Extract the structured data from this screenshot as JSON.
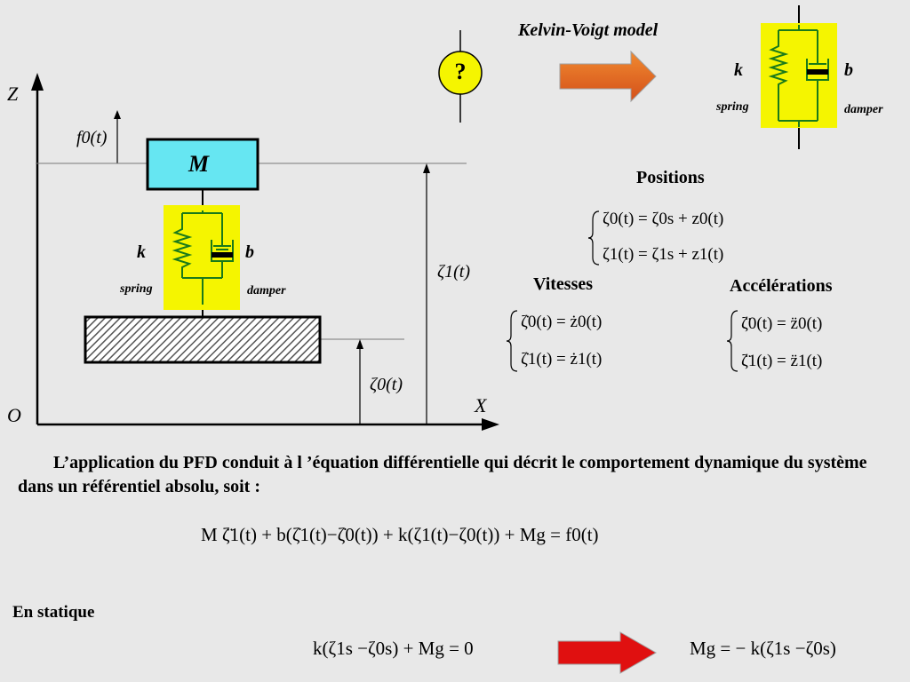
{
  "kelvin_voigt": {
    "title": "Kelvin-Voigt model",
    "k": "k",
    "b": "b",
    "spring": "spring",
    "damper": "damper"
  },
  "question": "?",
  "diagram": {
    "axis_z": "Z",
    "axis_x": "X",
    "origin": "O",
    "force": "f0(t)",
    "mass": "M",
    "k": "k",
    "b": "b",
    "spring": "spring",
    "damper": "damper",
    "zeta1": "ζ1(t)",
    "zeta0": "ζ0(t)"
  },
  "positions": {
    "heading": "Positions",
    "eq1": "ζ0(t) = ζ0s + z0(t)",
    "eq2": "ζ1(t) = ζ1s + z1(t)"
  },
  "vitesses": {
    "heading": "Vitesses",
    "eq1": "ζ̇0(t) = ż0(t)",
    "eq2": "ζ̇1(t) = ż1(t)"
  },
  "accelerations": {
    "heading": "Accélérations",
    "eq1": "ζ̈0(t) = z̈0(t)",
    "eq2": "ζ̈1(t) = z̈1(t)"
  },
  "paragraph": "L’application du PFD conduit à l ’équation différentielle qui décrit le comportement dynamique du système dans un référentiel absolu, soit :",
  "main_equation": "M ζ̈1(t) + b(ζ̇1(t)−ζ̇0(t)) + k(ζ1(t)−ζ0(t)) + Mg = f0(t)",
  "statique": {
    "heading": "En statique",
    "eq_left": "k(ζ1s −ζ0s) + Mg = 0",
    "eq_right": "Mg = − k(ζ1s −ζ0s)"
  },
  "colors": {
    "background": "#e8e8e8",
    "mass_fill": "#66e6f2",
    "element_highlight": "#f5f500",
    "element_stroke": "#1a7a1a",
    "arrow_orange": "#e8641a",
    "arrow_red": "#e01010",
    "question_fill": "#f5f500"
  }
}
